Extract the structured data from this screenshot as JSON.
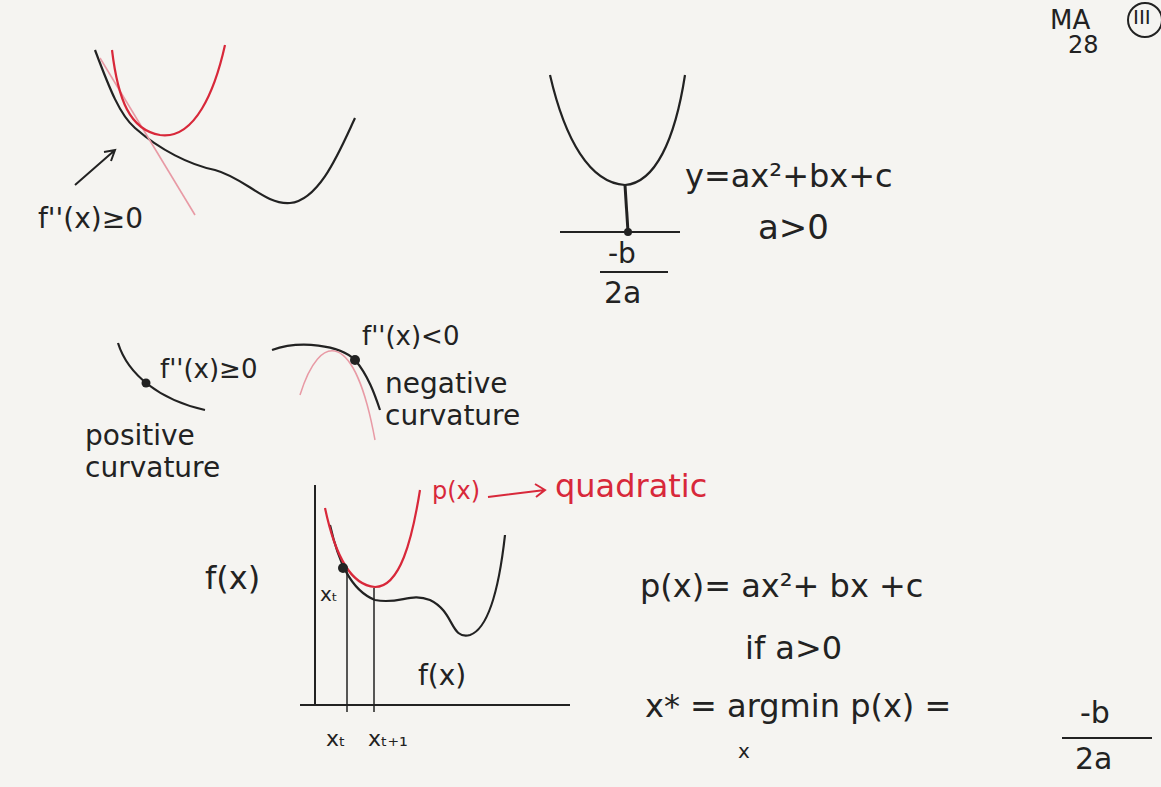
{
  "diagram": {
    "labels": [
      "MA",
      "28",
      "III",
      "f''(x)≥0",
      "y=ax²+bx+c",
      "a>0",
      "-b",
      "2a",
      "f''(x)≥0",
      "positive curvature",
      "f''(x)<0",
      "negative curvature",
      "p(x)",
      "quadratic",
      "f(x)",
      "xₜ",
      "f(x)",
      "xₜ",
      "xₜ₊₁",
      "p(x)= ax²+ bx +c",
      "if a>0",
      "x* = argmin p(x) =",
      "x",
      "-b",
      "2a"
    ]
  }
}
